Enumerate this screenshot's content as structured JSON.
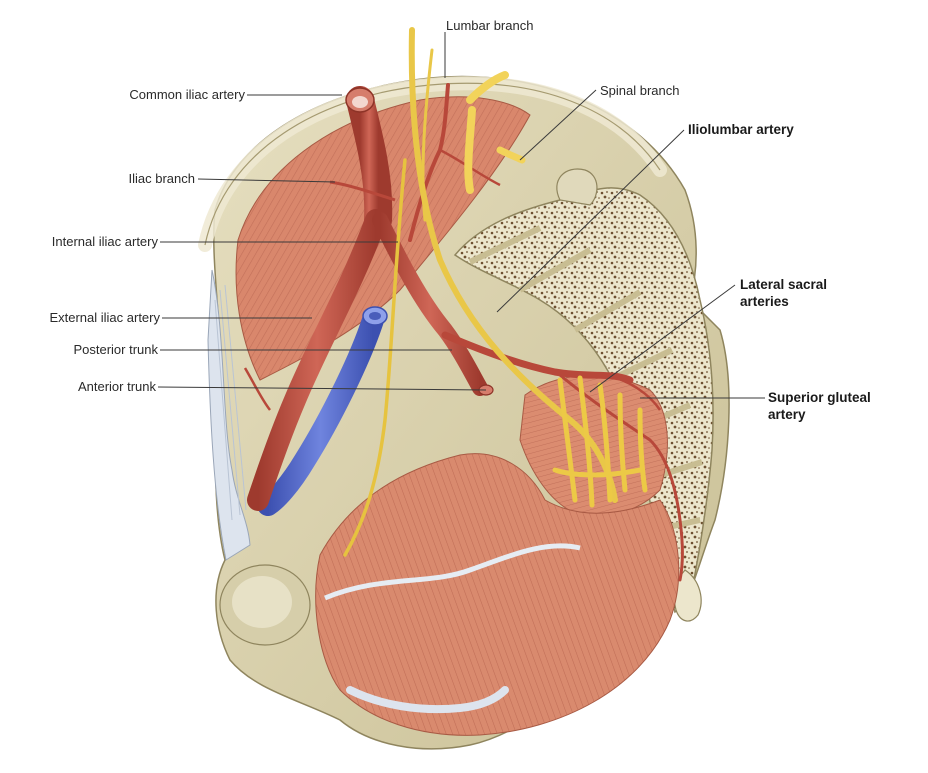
{
  "labels": {
    "lumbar_branch": "Lumbar branch",
    "spinal_branch": "Spinal branch",
    "common_iliac_artery": "Common iliac artery",
    "iliac_branch": "Iliac branch",
    "internal_iliac_artery": "Internal iliac artery",
    "external_iliac_artery": "External iliac artery",
    "posterior_trunk": "Posterior trunk",
    "anterior_trunk": "Anterior trunk",
    "iliolumbar_artery": "Iliolumbar artery",
    "lateral_sacral_line1": "Lateral sacral",
    "lateral_sacral_line2": "arteries",
    "superior_gluteal_line1": "Superior gluteal",
    "superior_gluteal_line2": "artery"
  },
  "colors": {
    "bone": "#dcd5b4",
    "bone_shadow": "#b9ae84",
    "muscle": "#d9876c",
    "muscle_dark": "#b9604a",
    "artery": "#b8483a",
    "artery_light": "#d0695a",
    "vein": "#4f63c4",
    "vein_light": "#7c8fe0",
    "nerve": "#f0cf4e",
    "nerve_dark": "#c9a52c",
    "ligament": "#dfe6ee",
    "marrow": "#6e5030"
  }
}
